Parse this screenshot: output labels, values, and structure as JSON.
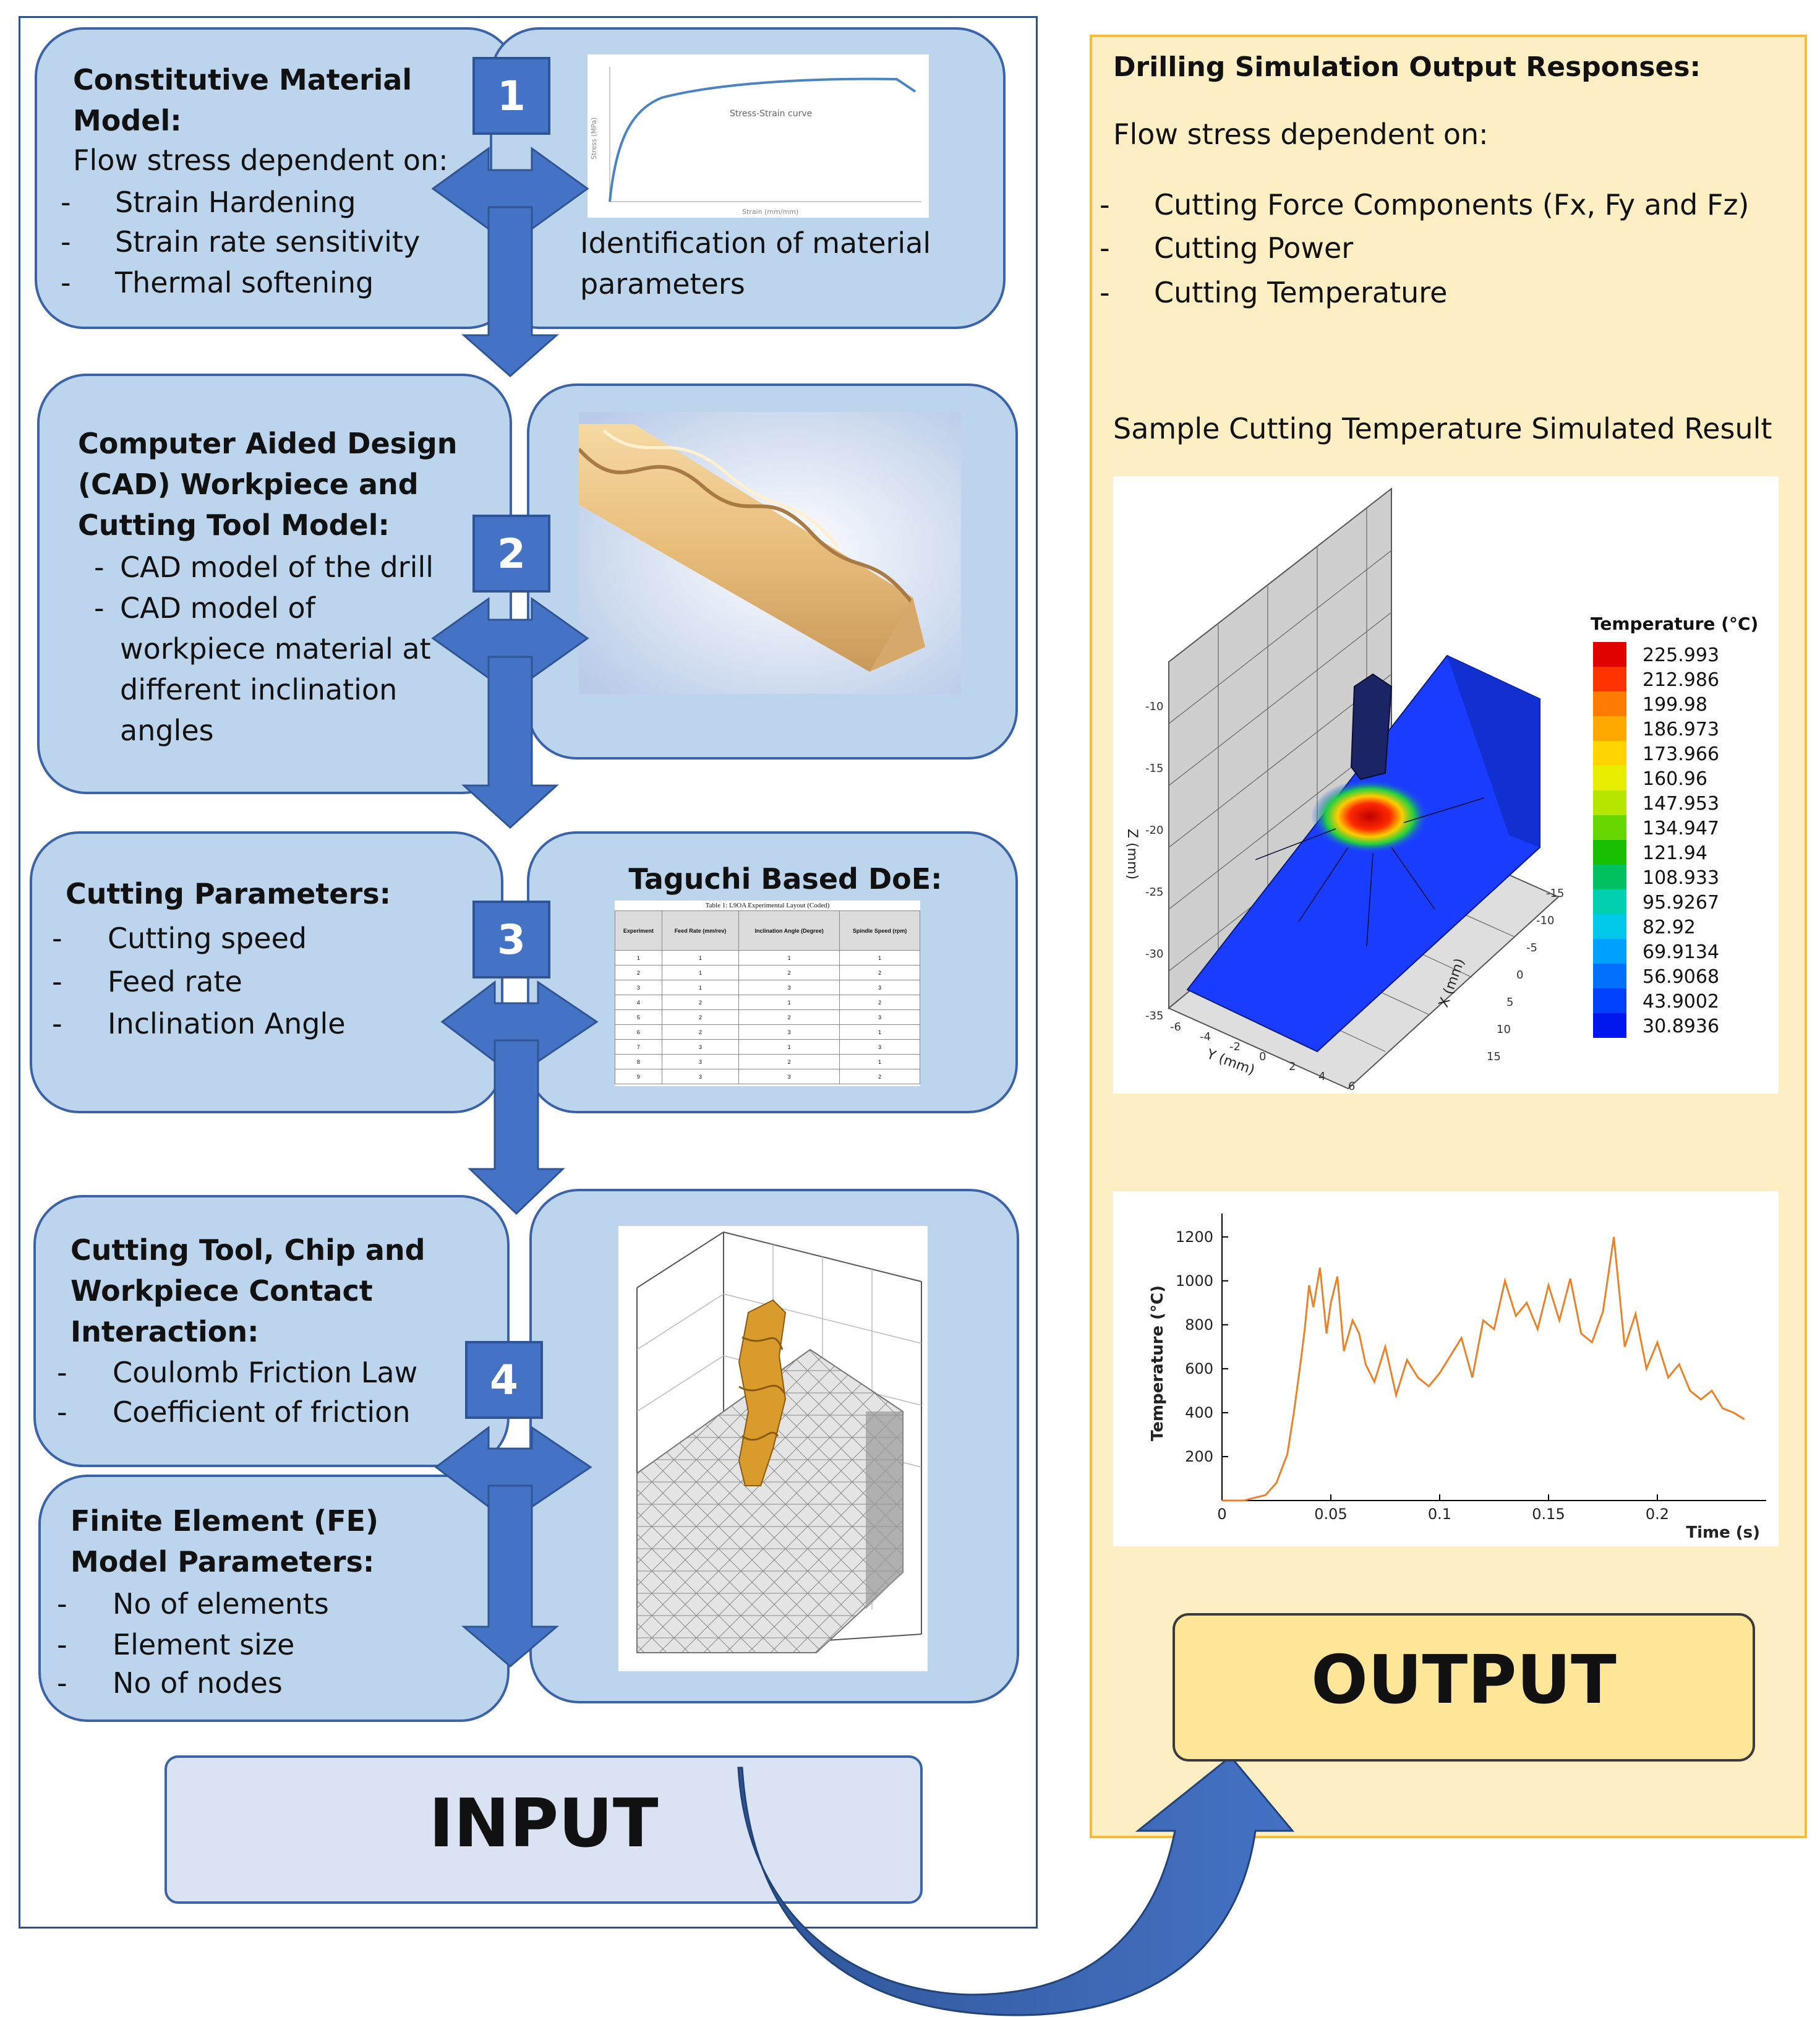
{
  "input": {
    "label": "INPUT",
    "step1": {
      "number": "1",
      "title": "Constitutive Material Model:",
      "intro": "Flow stress dependent on:",
      "items": [
        "Strain Hardening",
        "Strain rate sensitivity",
        "Thermal softening"
      ],
      "right_text": "Identification of material parameters",
      "chart_title": "Stress-Strain curve",
      "chart_xlabel": "Strain (mm/mm)",
      "chart_ylabel": "Stress (MPa)"
    },
    "step2": {
      "number": "2",
      "title": "Computer Aided Design (CAD) Workpiece and Cutting Tool Model:",
      "items": [
        "CAD model of the drill",
        "CAD model of workpiece material at different inclination angles"
      ]
    },
    "step3": {
      "number": "3",
      "title": "Cutting Parameters:",
      "items": [
        "Cutting speed",
        "Feed rate",
        "Inclination Angle"
      ],
      "doe_title": "Taguchi Based DoE:",
      "table_caption": "Table 1: L9OA Experimental Layout (Coded)",
      "table_headers": [
        "Experiment",
        "Feed Rate (mm/rev)",
        "Inclination Angle (Degree)",
        "Spindle Speed (rpm)"
      ],
      "table_rows": [
        [
          "1",
          "1",
          "1",
          "1"
        ],
        [
          "2",
          "1",
          "2",
          "2"
        ],
        [
          "3",
          "1",
          "3",
          "3"
        ],
        [
          "4",
          "2",
          "1",
          "2"
        ],
        [
          "5",
          "2",
          "2",
          "3"
        ],
        [
          "6",
          "2",
          "3",
          "1"
        ],
        [
          "7",
          "3",
          "1",
          "3"
        ],
        [
          "8",
          "3",
          "2",
          "1"
        ],
        [
          "9",
          "3",
          "3",
          "2"
        ]
      ]
    },
    "step4": {
      "number": "4",
      "title": "Cutting Tool, Chip and Workpiece Contact Interaction:",
      "items": [
        "Coulomb Friction Law",
        "Coefficient of friction"
      ]
    },
    "step5": {
      "title": "Finite Element (FE) Model Parameters:",
      "items": [
        "No of elements",
        "Element size",
        "No of nodes"
      ]
    }
  },
  "output": {
    "label": "OUTPUT",
    "title": "Drilling Simulation Output Responses:",
    "intro": "Flow stress dependent on:",
    "items": [
      "Cutting Force Components (Fx, Fy and Fz)",
      "Cutting Power",
      "Cutting Temperature"
    ],
    "sample_caption": "Sample Cutting Temperature Simulated Result",
    "legend_title": "Temperature (°C)",
    "legend_values": [
      "225.993",
      "212.986",
      "199.98",
      "186.973",
      "173.966",
      "160.96",
      "147.953",
      "134.947",
      "121.94",
      "108.933",
      "95.9267",
      "82.92",
      "69.9134",
      "56.9068",
      "43.9002",
      "30.8936"
    ],
    "legend_colors": [
      "#e00000",
      "#ff3300",
      "#ff7a00",
      "#ffa800",
      "#ffd400",
      "#e8ee00",
      "#b6e600",
      "#66d800",
      "#18c000",
      "#00c060",
      "#00d0b0",
      "#00c8e8",
      "#00a0ff",
      "#0070ff",
      "#0040ff",
      "#0018f0"
    ],
    "axis_z": "Z (mm)",
    "axis_x": "X (mm)",
    "axis_y": "Y (mm)",
    "z_ticks": [
      "-10",
      "-15",
      "-20",
      "-25",
      "-30",
      "-35"
    ],
    "x_ticks": [
      "-15",
      "-10",
      "-5",
      "0",
      "5",
      "10",
      "15"
    ],
    "y_ticks": [
      "-6",
      "-4",
      "-2",
      "0",
      "2",
      "4",
      "6"
    ]
  },
  "chart_data": {
    "type": "line",
    "title": "",
    "xlabel": "Time (s)",
    "ylabel": "Temperature (°C)",
    "xlim": [
      0,
      0.25
    ],
    "ylim": [
      0,
      1250
    ],
    "x_ticks": [
      0,
      0.05,
      0.1,
      0.15,
      0.2
    ],
    "x_tick_labels": [
      "0",
      "0.05",
      "0.1",
      "0.15",
      "0.2"
    ],
    "y_ticks": [
      200,
      400,
      600,
      800,
      1000,
      1200
    ],
    "grid": false,
    "color": "#e8832a",
    "x": [
      0,
      0.01,
      0.02,
      0.025,
      0.03,
      0.033,
      0.036,
      0.038,
      0.04,
      0.042,
      0.045,
      0.048,
      0.05,
      0.053,
      0.056,
      0.06,
      0.063,
      0.066,
      0.07,
      0.075,
      0.08,
      0.085,
      0.09,
      0.095,
      0.1,
      0.105,
      0.11,
      0.115,
      0.12,
      0.125,
      0.13,
      0.135,
      0.14,
      0.145,
      0.15,
      0.155,
      0.16,
      0.165,
      0.17,
      0.175,
      0.18,
      0.185,
      0.19,
      0.195,
      0.2,
      0.205,
      0.21,
      0.215,
      0.22,
      0.225,
      0.23,
      0.235,
      0.24
    ],
    "y": [
      0,
      0,
      25,
      80,
      210,
      400,
      620,
      780,
      980,
      880,
      1060,
      760,
      900,
      1020,
      680,
      820,
      760,
      620,
      540,
      700,
      480,
      640,
      560,
      520,
      580,
      660,
      740,
      560,
      820,
      780,
      1000,
      840,
      900,
      780,
      980,
      820,
      1010,
      760,
      720,
      860,
      1200,
      700,
      850,
      600,
      720,
      560,
      620,
      500,
      460,
      500,
      420,
      400,
      370
    ]
  }
}
